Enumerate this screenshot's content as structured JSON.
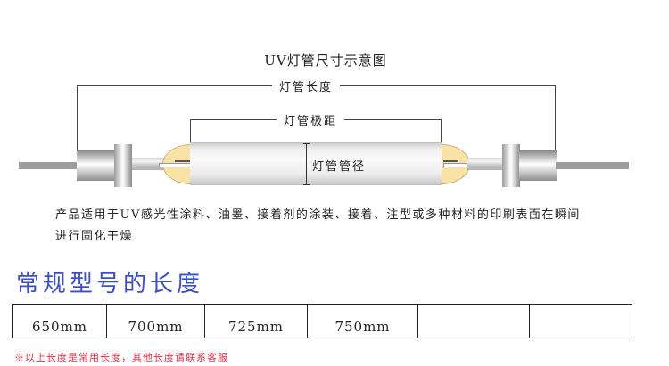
{
  "diagram": {
    "title": "UV灯管尺寸示意图",
    "labels": {
      "tube_length": "灯管长度",
      "electrode_distance": "灯管极距",
      "tube_diameter": "灯管管径"
    },
    "colors": {
      "electrode_end": "#f9e2a6",
      "tube_body": "#f0f0f0",
      "metal_cap": "#bdbdbd",
      "wire": "#9c9c9c"
    }
  },
  "description": {
    "line1": "产品适用于UV感光性涂料、油墨、接着剂的涂装、接着、注型或多种材料的印刷表面在瞬间",
    "line2": "进行固化干燥"
  },
  "section": {
    "heading": "常规型号的长度",
    "heading_color": "#3a4ed0"
  },
  "lengths_table": {
    "cells": [
      "650mm",
      "700mm",
      "725mm",
      "750mm",
      "",
      ""
    ]
  },
  "footnote": {
    "text": "※以上长度是常用长度，其他长度请联系客服",
    "color": "#e8304a"
  }
}
